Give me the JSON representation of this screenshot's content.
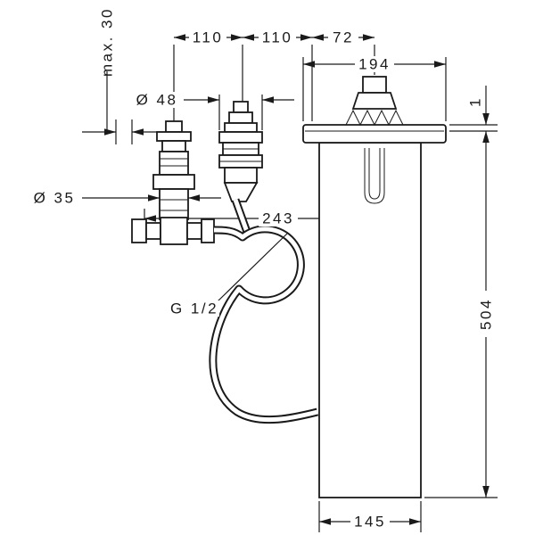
{
  "drawing": {
    "background_color": "#ffffff",
    "line_color": "#1a1a1a",
    "labels": {
      "max_height": "max. 30",
      "d110_left": "110",
      "d110_right": "110",
      "d72": "72",
      "d194": "194",
      "dia48": "Ø 48",
      "dia35": "Ø 35",
      "d243": "243",
      "d1": "1",
      "thread": "G 1/2",
      "d504": "504",
      "d145": "145"
    }
  }
}
